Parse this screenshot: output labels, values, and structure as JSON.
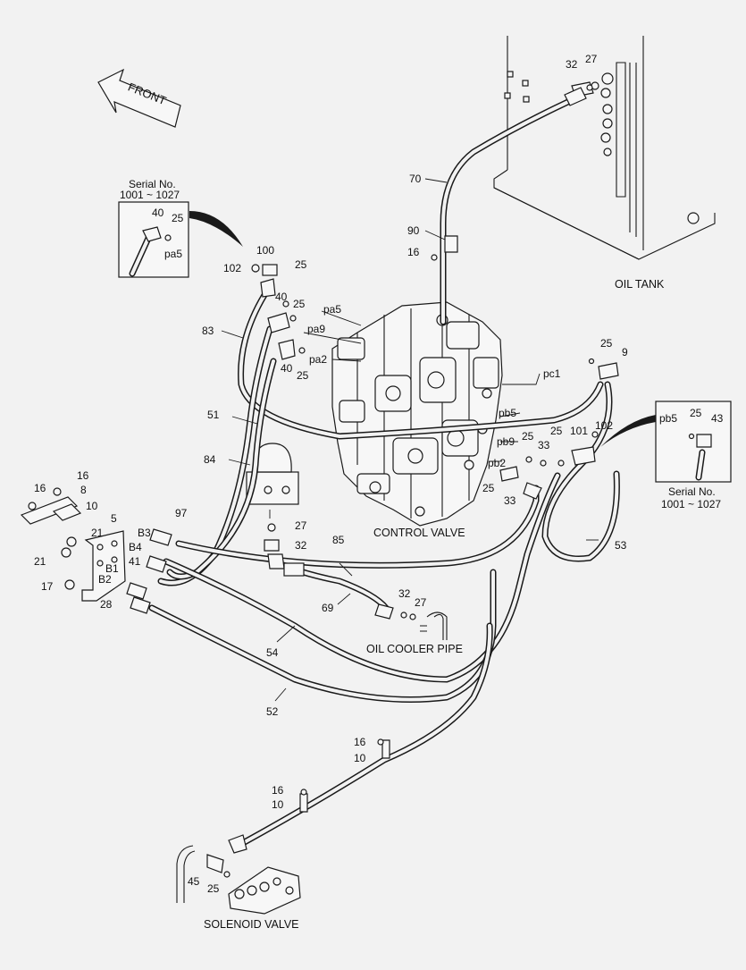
{
  "arrow": {
    "text": "FRONT"
  },
  "captions": {
    "oil_tank": "OIL TANK",
    "control_valve": "CONTROL VALVE",
    "oil_cooler_pipe": "OIL COOLER PIPE",
    "solenoid_valve": "SOLENOID VALVE"
  },
  "inset_left": {
    "serial_title": "Serial No.",
    "serial_range": "1001 ~ 1027",
    "labels": [
      "40",
      "25",
      "pa5"
    ]
  },
  "inset_right": {
    "serial_title": "Serial No.",
    "serial_range": "1001 ~ 1027",
    "labels": [
      "pb5",
      "25",
      "43"
    ]
  },
  "callouts": [
    "32",
    "27",
    "70",
    "90",
    "16",
    "100",
    "102",
    "25",
    "40",
    "25",
    "pa5",
    "pa9",
    "83",
    "40",
    "25",
    "pa2",
    "25",
    "9",
    "pc1",
    "pb5",
    "102",
    "pb9",
    "25",
    "25",
    "101",
    "33",
    "51",
    "84",
    "pb2",
    "25",
    "33",
    "16",
    "16",
    "8",
    "10",
    "5",
    "97",
    "27",
    "32",
    "21",
    "21",
    "B3",
    "B4",
    "41",
    "B1",
    "B2",
    "17",
    "28",
    "85",
    "53",
    "69",
    "32",
    "27",
    "54",
    "52",
    "16",
    "10",
    "16",
    "10",
    "45",
    "25"
  ]
}
